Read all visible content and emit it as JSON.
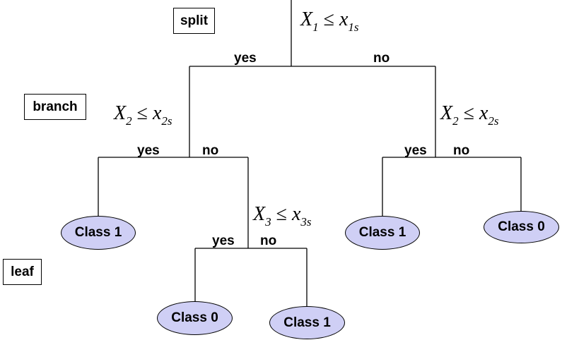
{
  "legend": {
    "split": "split",
    "branch": "branch",
    "leaf": "leaf"
  },
  "conditions": {
    "root": {
      "var": "X",
      "var_sub": "1",
      "op": "≤",
      "thr": "x",
      "thr_sub": "1s"
    },
    "left": {
      "var": "X",
      "var_sub": "2",
      "op": "≤",
      "thr": "x",
      "thr_sub": "2s"
    },
    "right": {
      "var": "X",
      "var_sub": "2",
      "op": "≤",
      "thr": "x",
      "thr_sub": "2s"
    },
    "left_no": {
      "var": "X",
      "var_sub": "3",
      "op": "≤",
      "thr": "x",
      "thr_sub": "3s"
    }
  },
  "edges": {
    "root_yes": "yes",
    "root_no": "no",
    "left_yes": "yes",
    "left_no": "no",
    "right_yes": "yes",
    "right_no": "no",
    "x3_yes": "yes",
    "x3_no": "no"
  },
  "leaves": {
    "left_yes": "Class 1",
    "x3_yes": "Class 0",
    "x3_no": "Class 1",
    "right_yes": "Class 1",
    "right_no": "Class 0"
  },
  "colors": {
    "leaf_fill": "#cfcff5",
    "line": "#000000"
  }
}
